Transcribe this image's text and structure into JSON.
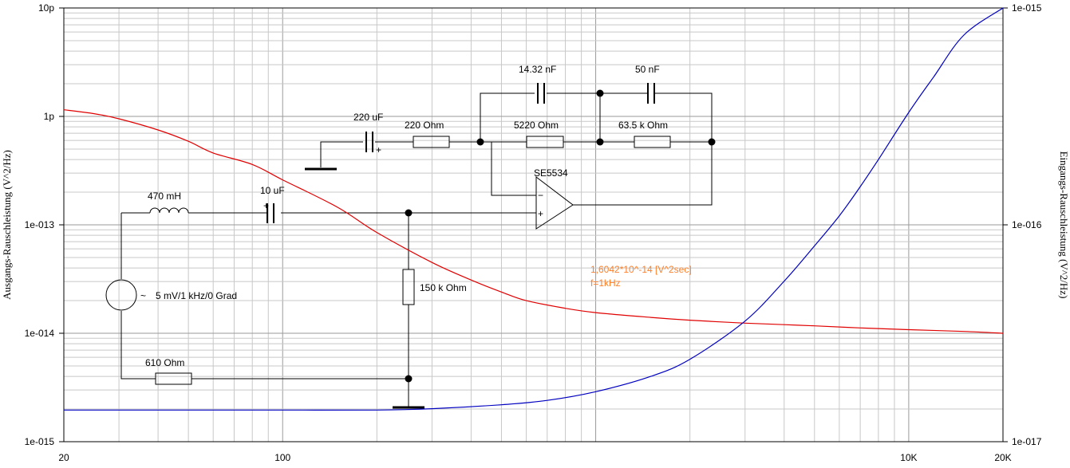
{
  "chart_data": {
    "type": "line",
    "x_scale": "log",
    "y_scale": "log",
    "grid": true,
    "xlim": [
      20,
      20000
    ],
    "ylim_left": [
      1e-15,
      1e-11
    ],
    "ylim_right": [
      1e-17,
      1e-15
    ],
    "x_ticks": [
      "20",
      "100",
      "10K",
      "20K"
    ],
    "y_ticks_left": [
      "1e-015",
      "1e-014",
      "1e-013",
      "1p",
      "10p"
    ],
    "y_ticks_right": [
      "1e-017",
      "1e-016",
      "1e-015"
    ],
    "ylabel_left": "Ausgangs-Rauschleistung (V^2/Hz)",
    "ylabel_right": "Eingangs-Rauschleistung (V^2/Hz)",
    "series": [
      {
        "axis": "left",
        "color": "#e00000",
        "x": [
          20,
          25,
          30,
          40,
          50,
          60,
          80,
          100,
          150,
          200,
          300,
          400,
          500,
          600,
          800,
          1000,
          1500,
          2000,
          3000,
          4000,
          5000,
          7000,
          10000,
          15000,
          20000
        ],
        "y": [
          1.15e-12,
          1.06e-12,
          9.5e-13,
          7.5e-13,
          5.9e-13,
          4.6e-13,
          3.6e-13,
          2.6e-13,
          1.45e-13,
          8.5e-14,
          4.5e-14,
          3.1e-14,
          2.4e-14,
          2e-14,
          1.7e-14,
          1.55e-14,
          1.4e-14,
          1.32e-14,
          1.24e-14,
          1.2e-14,
          1.17e-14,
          1.12e-14,
          1.08e-14,
          1.04e-14,
          1e-14
        ]
      },
      {
        "axis": "right",
        "color": "#0000c0",
        "x": [
          20,
          50,
          100,
          200,
          300,
          500,
          700,
          1000,
          1500,
          2000,
          3000,
          4000,
          5000,
          6000,
          7000,
          8000,
          10000,
          12000,
          15000,
          20000
        ],
        "y": [
          1.4e-17,
          1.4e-17,
          1.4e-17,
          1.4e-17,
          1.42e-17,
          1.48e-17,
          1.55e-17,
          1.7e-17,
          2e-17,
          2.4e-17,
          3.6e-17,
          5.5e-17,
          8e-17,
          1.1e-16,
          1.5e-16,
          2e-16,
          3.3e-16,
          4.8e-16,
          7.5e-16,
          1e-15
        ]
      }
    ],
    "annotations": [
      "1,6042*10^-14 [V^2sec]",
      "f=1kHz"
    ]
  },
  "schematic": {
    "inductor": "470 mH",
    "cap_input": "10 uF",
    "source": "5 mV/1 kHz/0 Grad",
    "r_series": "610  Ohm",
    "r_shunt": "150 k Ohm",
    "cap_ground": "220 uF",
    "r_220": "220  Ohm",
    "r_5220": "5220  Ohm",
    "r_63k": "63.5 k Ohm",
    "cap_14": "14.32 nF",
    "cap_50": "50 nF",
    "opamp": "SE5534",
    "minus": "−",
    "plus": "+",
    "tilde": "~"
  }
}
